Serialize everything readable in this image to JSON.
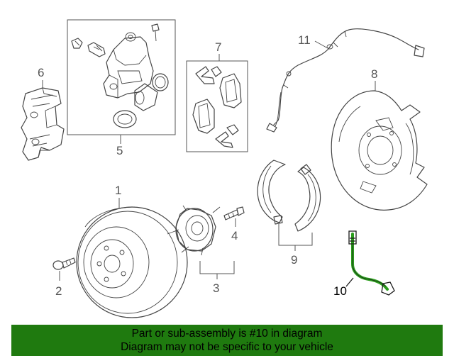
{
  "callouts": {
    "c1": "1",
    "c2": "2",
    "c3": "3",
    "c4": "4",
    "c5": "5",
    "c6": "6",
    "c7": "7",
    "c8": "8",
    "c9": "9",
    "c10": "10",
    "c11": "11"
  },
  "highlight_color": "#2a9d1c",
  "banner": {
    "line1": "Part or sub-assembly is #10 in diagram",
    "line2": "Diagram may not be specific to your vehicle",
    "background": "#1f7a0f"
  }
}
